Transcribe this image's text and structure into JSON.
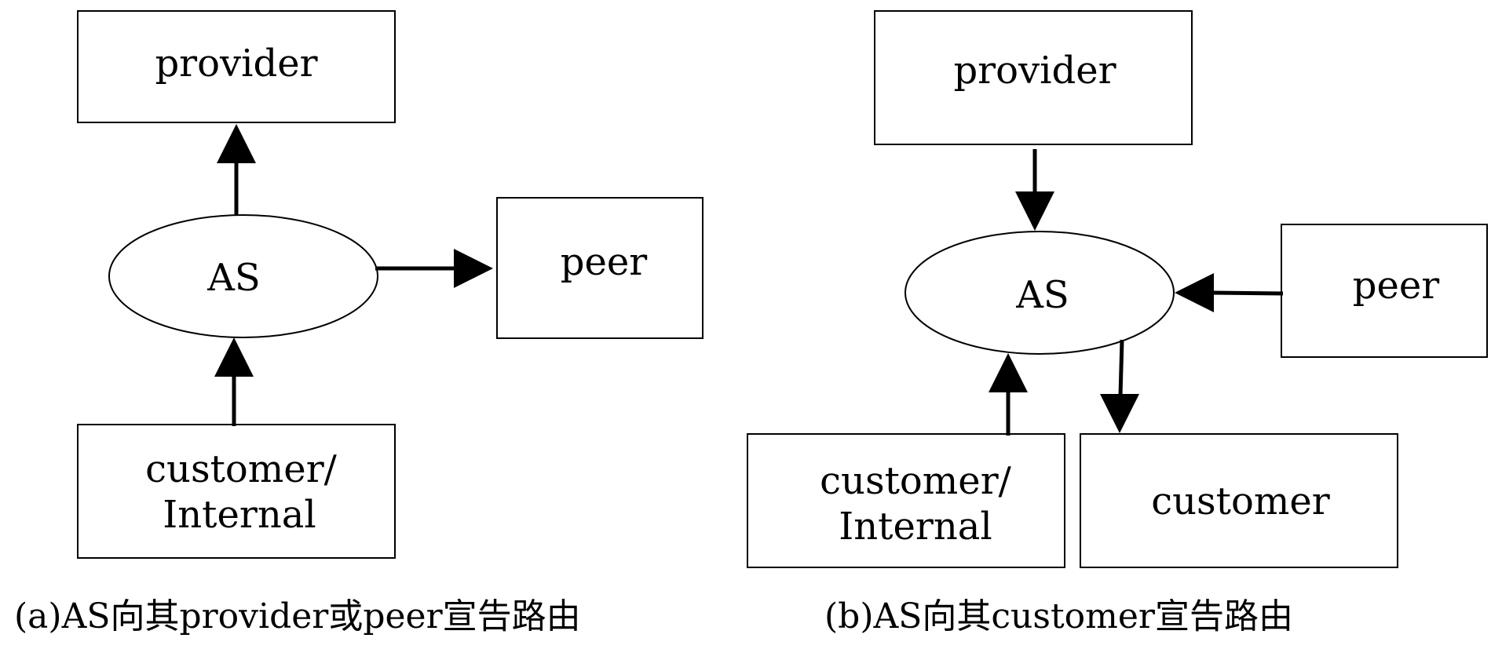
{
  "panel_a": {
    "provider": "provider",
    "as": "AS",
    "peer": "peer",
    "customer_internal_line1": "customer/",
    "customer_internal_line2": "Internal",
    "caption": "(a)AS向其provider或peer宣告路由"
  },
  "panel_b": {
    "provider": "provider",
    "as": "AS",
    "peer": "peer",
    "customer_internal_line1": "customer/",
    "customer_internal_line2": "Internal",
    "customer": "customer",
    "caption": "(b)AS向其customer宣告路由"
  }
}
